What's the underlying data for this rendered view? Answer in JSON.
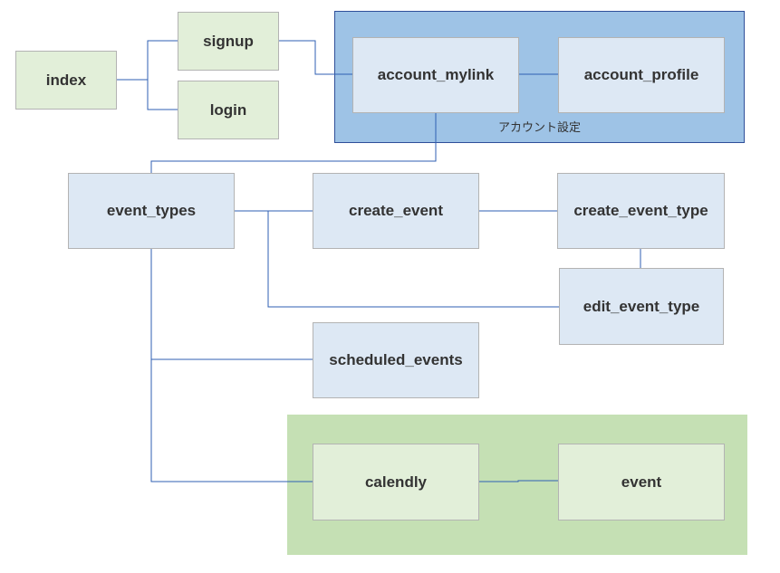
{
  "colors": {
    "line": "#2f5fb3",
    "account_group_fill": "#9ec3e6",
    "calendar_group_fill": "#c5e0b4",
    "green_node_fill": "#e2efd9",
    "blue_node_fill": "#dde8f4"
  },
  "groups": {
    "account": {
      "caption": "アカウント設定"
    },
    "calendar": {
      "caption": ""
    }
  },
  "nodes": {
    "index": "index",
    "signup": "signup",
    "login": "login",
    "account_mylink": "account_mylink",
    "account_profile": "account_profile",
    "event_types": "event_types",
    "create_event": "create_event",
    "create_event_type": "create_event_type",
    "edit_event_type": "edit_event_type",
    "scheduled_events": "scheduled_events",
    "calendly": "calendly",
    "event": "event"
  },
  "edges": [
    [
      "index",
      "signup"
    ],
    [
      "index",
      "login"
    ],
    [
      "signup",
      "account_mylink"
    ],
    [
      "account_mylink",
      "account_profile"
    ],
    [
      "account_mylink",
      "event_types"
    ],
    [
      "event_types",
      "create_event"
    ],
    [
      "create_event",
      "create_event_type"
    ],
    [
      "create_event_type",
      "edit_event_type"
    ],
    [
      "event_types",
      "edit_event_type"
    ],
    [
      "event_types",
      "scheduled_events"
    ],
    [
      "event_types",
      "calendly"
    ],
    [
      "calendly",
      "event"
    ]
  ]
}
